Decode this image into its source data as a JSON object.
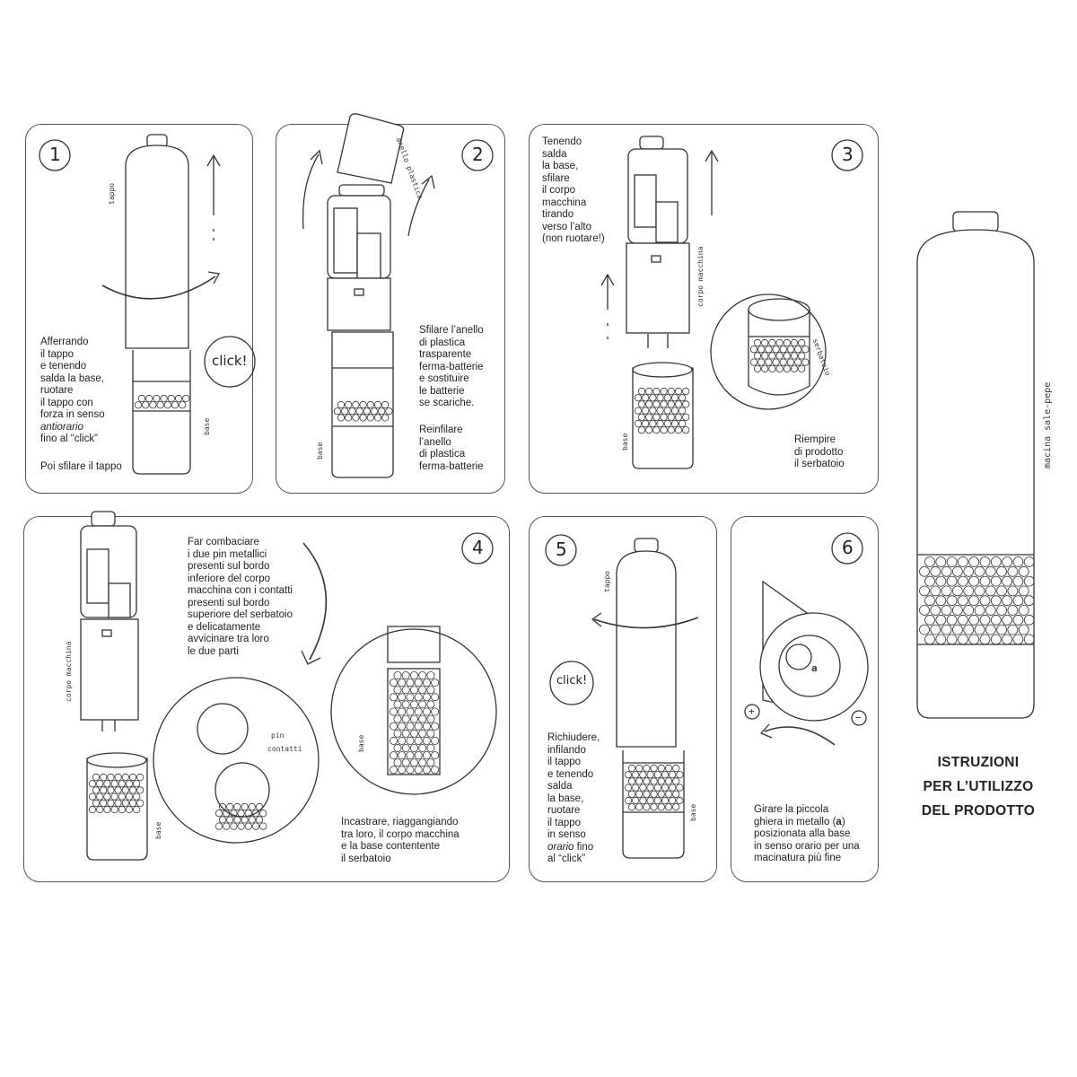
{
  "steps": [
    {
      "number": "1",
      "text": "Afferrando\nil tappo\ne tenendo\nsalda la base,\nruotare\nil tappo con\nforza in senso\n#italic#\nfino al “click”",
      "text_italic": "antiorario",
      "text2": "Poi sfilare il tappo",
      "click": "click!",
      "label_a": "tappo",
      "label_b": "base"
    },
    {
      "number": "2",
      "text": "Sfilare l’anello\ndi plastica\ntrasparente\nferma-batterie\ne sostituire\nle batterie\nse scariche.",
      "text2": "Reinfilare\nl’anello\ndi plastica\nferma-batterie",
      "label_a": "anello plastica",
      "label_b": "base"
    },
    {
      "number": "3",
      "text": "Tenendo\nsalda\nla base,\nsfilare\nil corpo\nmacchina\ntirando\nverso l’alto\n(non ruotare!)",
      "text2": "Riempire\ndi prodotto\nil serbatoio",
      "label_a": "corpo macchina",
      "label_b": "base",
      "label_c": "serbatoio"
    },
    {
      "number": "4",
      "text": "Far combaciare\ni due pin metallici\npresenti sul bordo\ninferiore del corpo\nmacchina con i contatti\npresenti sul bordo\nsuperiore del serbatoio\ne delicatamente\navvicinare tra loro\nle due parti",
      "text2": "Incastrare, riaggangiando\ntra loro, il corpo macchina\ne la base contentente\nil serbatoio",
      "label_a": "corpo macchina",
      "label_b": "base",
      "label_c": "base",
      "label_pin": "pin",
      "label_contatti": "contatti"
    },
    {
      "number": "5",
      "text": "Richiudere,\ninfilando\nil tappo\ne tenendo\nsalda\nla base,\nruotare\nil tappo\nin senso\n#italic# fino\nal “click”",
      "text_italic": "orario",
      "click": "click!",
      "label_a": "tappo",
      "label_b": "base"
    },
    {
      "number": "6",
      "text": "Girare la piccola\nghiera in metallo (#bold#)\nposizionata alla base\nin senso orario per una\nmacinatura più fine",
      "text_bold": "a",
      "marker": "a",
      "plus": "+",
      "minus": "−"
    }
  ],
  "product_label": "macina sale-pepe",
  "title": "ISTRUZIONI\nPER L’UTILIZZO\nDEL PRODOTTO"
}
